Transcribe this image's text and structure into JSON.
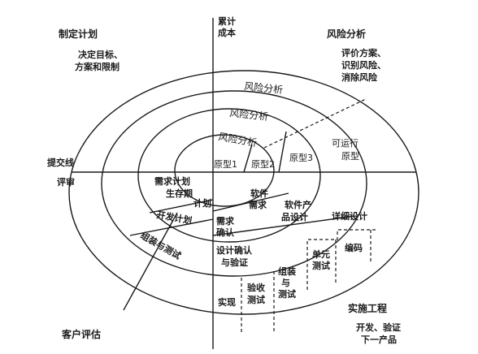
{
  "quadrants": {
    "top_left": {
      "title": "制定计划",
      "lines": [
        "决定目标、",
        "方案和限制"
      ]
    },
    "top_right": {
      "title": "风险分析",
      "lines": [
        "评价方案、",
        "识别风险、",
        "消除风险"
      ]
    },
    "bottom_right": {
      "title": "实施工程",
      "lines": [
        "开发、验证",
        "下一产品"
      ]
    },
    "bottom_left": {
      "title": "客户评估"
    }
  },
  "axes": {
    "top_label": [
      "累计",
      "成本"
    ],
    "left_labels": [
      "提交线",
      "评审"
    ]
  },
  "risk_analysis": [
    "风险分析",
    "风险分析",
    "风险分析"
  ],
  "prototypes": [
    "原型1",
    "原型2",
    "原型3"
  ],
  "operational_prototype": [
    "可运行",
    "原型"
  ],
  "requirements_plan": [
    "需求计划",
    "生存期"
  ],
  "plan_suffix": "计划",
  "dev_plan": "开发计划",
  "integration_test_plan": "组装与测试",
  "software_requirements": [
    "软件",
    "需求"
  ],
  "requirements_validation": [
    "需求",
    "确认"
  ],
  "software_product_design": [
    "软件产",
    "品设计"
  ],
  "design_validation": [
    "设计确认",
    "与验证"
  ],
  "detailed_design": "详细设计",
  "unit_test": [
    "单元",
    "测试"
  ],
  "coding": "编码",
  "integration_test": [
    "组装",
    "与",
    "测试"
  ],
  "acceptance_test": [
    "验收",
    "测试"
  ],
  "implementation": "实现"
}
